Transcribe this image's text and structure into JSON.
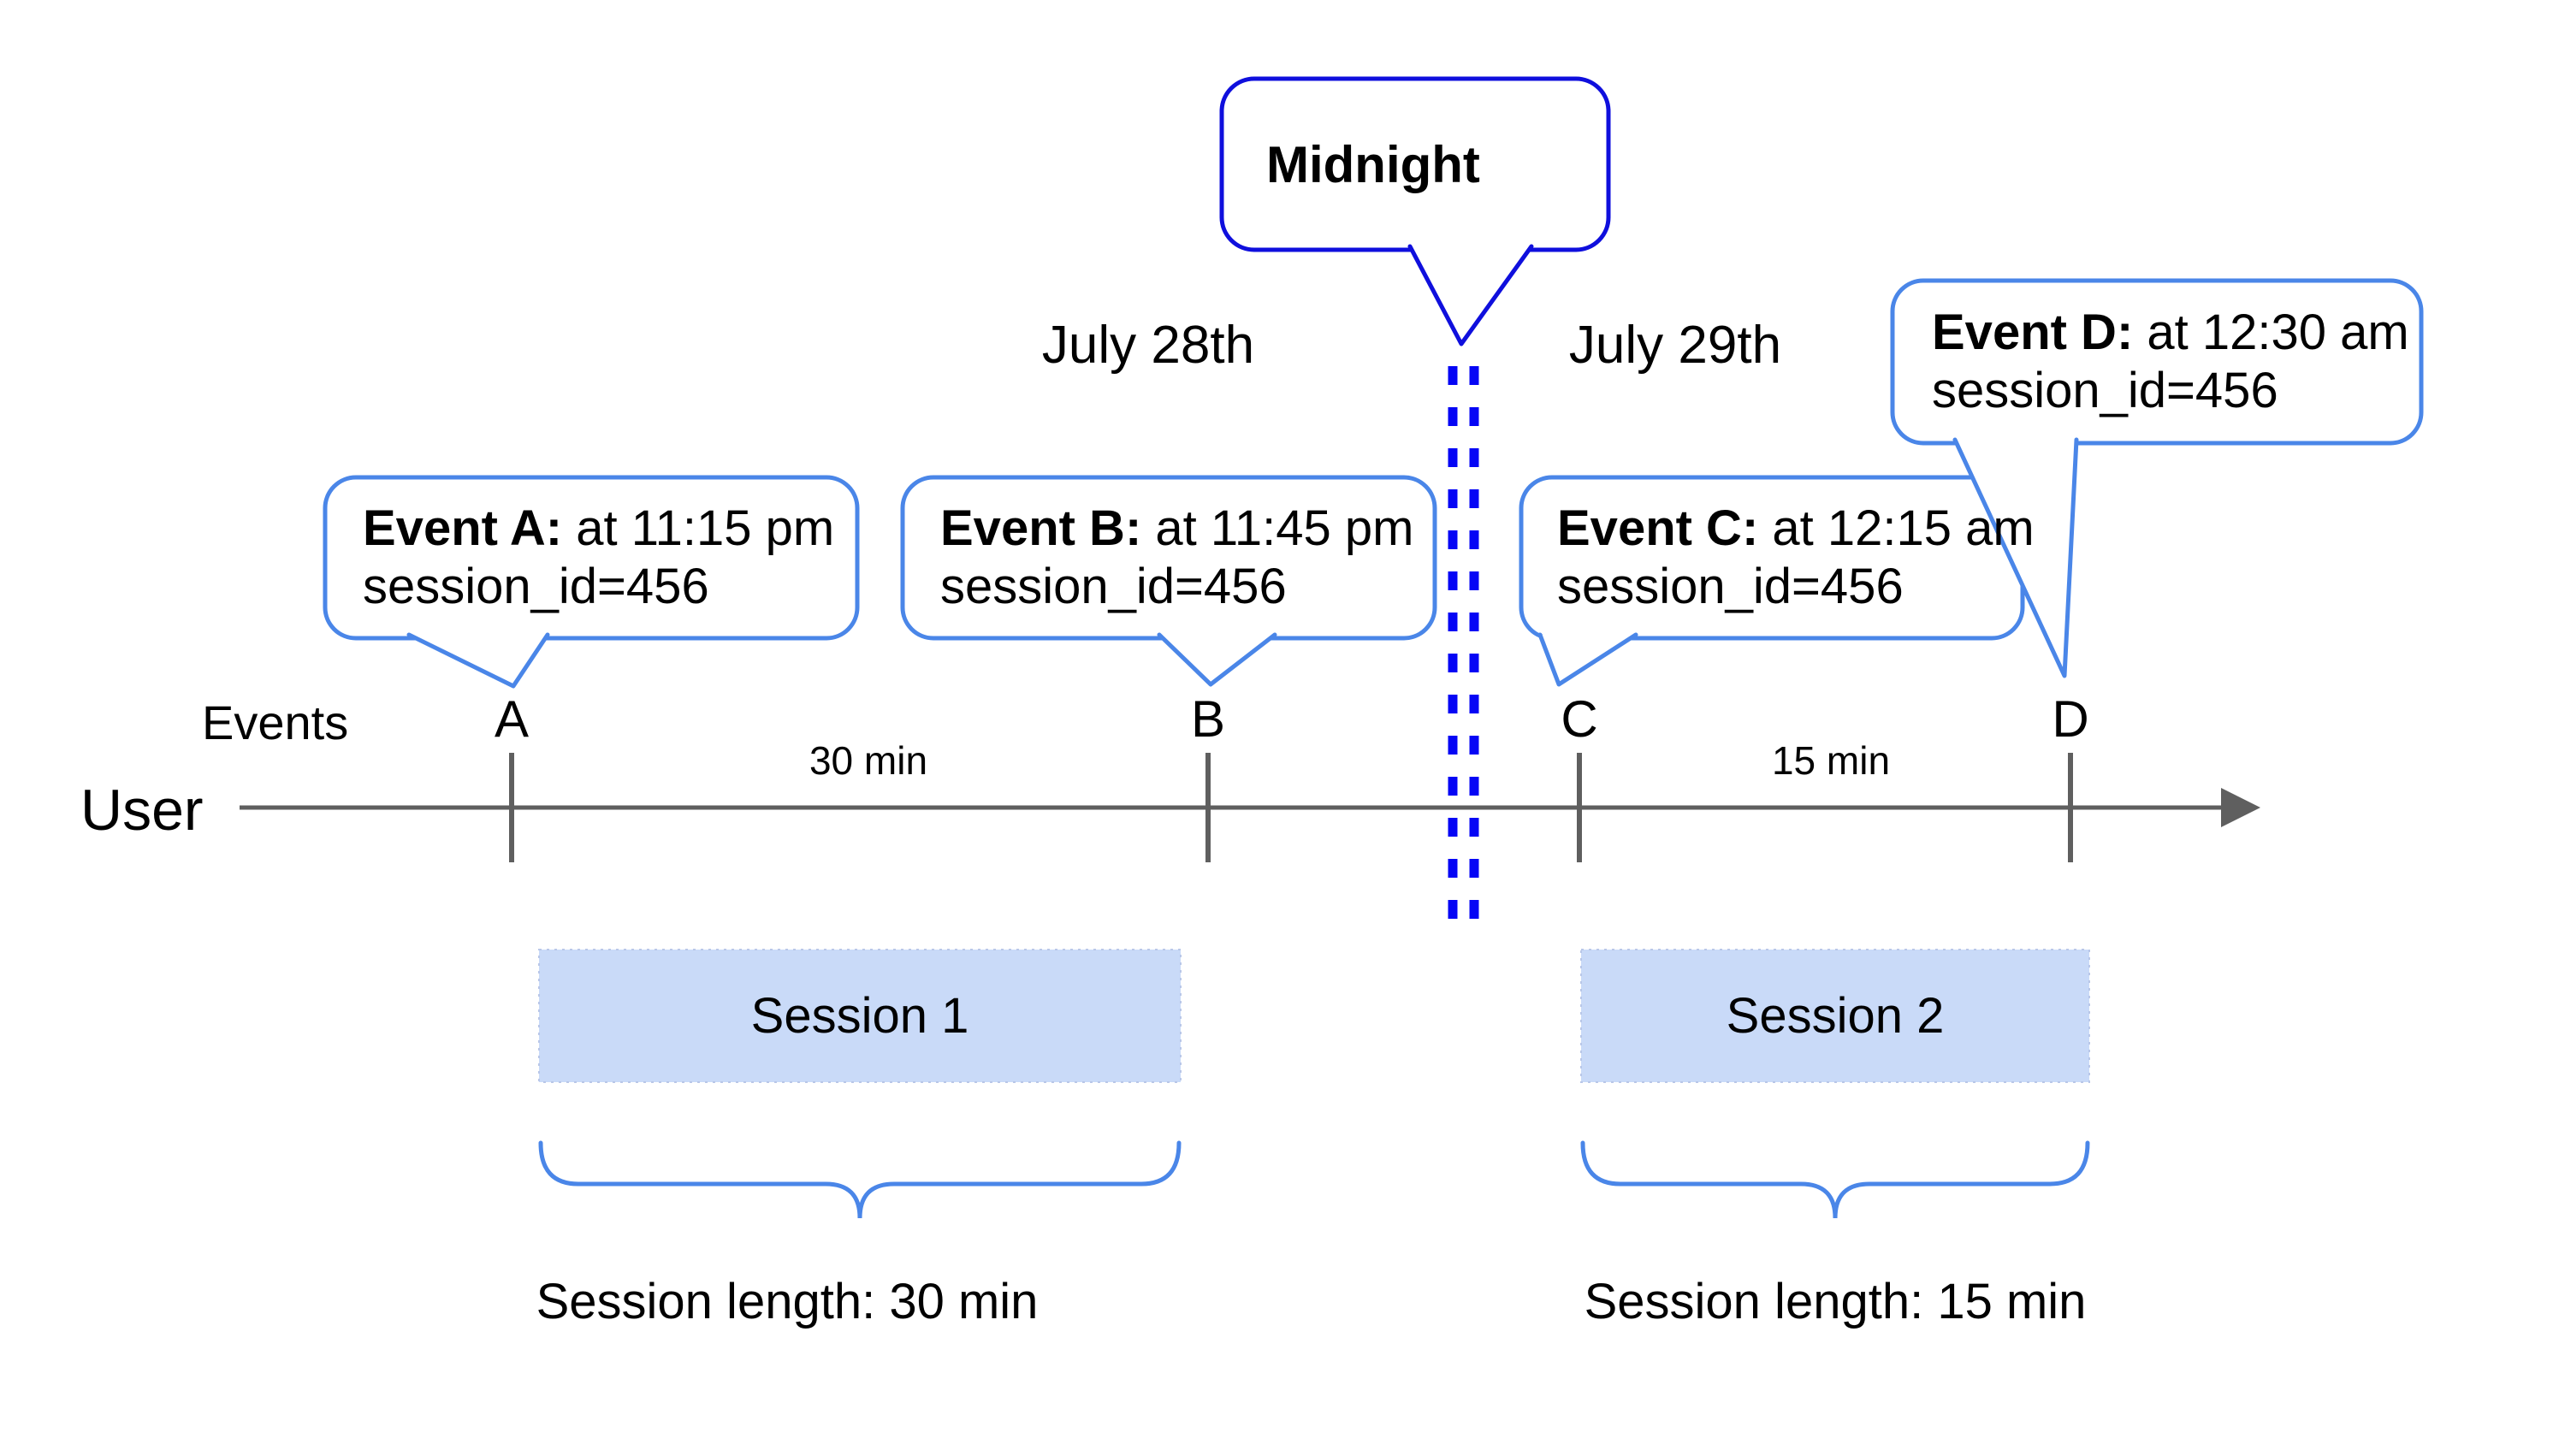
{
  "title_bubble": {
    "label": "Midnight"
  },
  "dates": {
    "left": "July 28th",
    "right": "July 29th"
  },
  "axis": {
    "events_row_label": "Events",
    "user_row_label": "User"
  },
  "events": [
    {
      "tick": "A",
      "title": "Event A:",
      "time": " at 11:15 pm",
      "session": "session_id=456"
    },
    {
      "tick": "B",
      "title": "Event B:",
      "time": " at 11:45 pm",
      "session": "session_id=456"
    },
    {
      "tick": "C",
      "title": "Event C:",
      "time": " at 12:15 am",
      "session": "session_id=456"
    },
    {
      "tick": "D",
      "title": "Event D:",
      "time": " at 12:30 am",
      "session": "session_id=456"
    }
  ],
  "intervals": {
    "first": "30 min",
    "second": "15 min"
  },
  "sessions": [
    {
      "label": "Session 1",
      "length": "Session length: 30 min"
    },
    {
      "label": "Session 2",
      "length": "Session length: 15 min"
    }
  ],
  "colors": {
    "ink": "#000000",
    "axis_gray": "#5f5f5f",
    "event_bubble_blue": "#4a86e8",
    "midnight_deep_blue": "#0f0fdd",
    "dashed_line_blue": "#0505f5",
    "session_fill": "#c9daf8",
    "session_border": "#b9c7e8"
  }
}
